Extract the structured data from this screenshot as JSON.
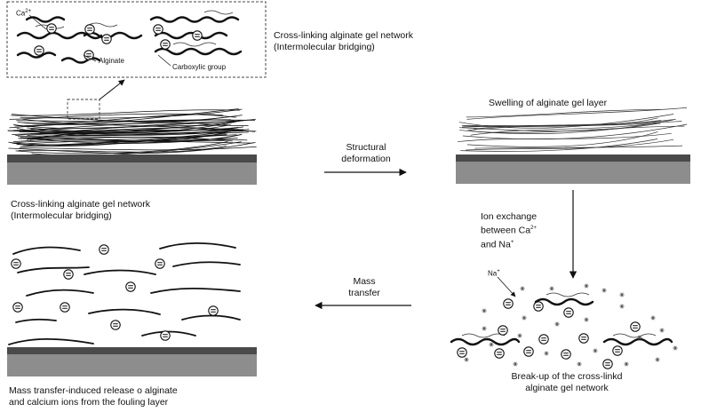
{
  "inset": {
    "ion_label": "Ca",
    "ion_charge": "2+",
    "alginate_label": "Alginate",
    "carboxylic_label": "Carboxylic group"
  },
  "panel1": {
    "title_line1": "Cross-linking alginate gel network",
    "title_line2": "(Intermolecular bridging)",
    "caption_line1": "Cross-linking alginate gel network",
    "caption_line2": "(Intermolecular bridging)"
  },
  "panel2": {
    "caption": "Swelling of alginate gel layer"
  },
  "panel3": {
    "sodium_label": "Na",
    "sodium_charge": "+",
    "caption_line1": "Break-up of the cross-linkd",
    "caption_line2": "alginate gel network"
  },
  "panel4": {
    "caption_line1": "Mass transfer-induced release o alginate",
    "caption_line2": "and calcium ions from the fouling layer"
  },
  "arrows": {
    "structural_line1": "Structural",
    "structural_line2": "deformation",
    "ion_exchange_line1": "Ion exchange",
    "ion_exchange_line2": "between Ca",
    "ion_exchange_charge_ca": "2+",
    "ion_exchange_line3": "and Na",
    "ion_exchange_charge_na": "+",
    "mass_line1": "Mass",
    "mass_line2": "transfer"
  },
  "colors": {
    "substrate_dark": "#4a4a4a",
    "substrate_light": "#8d8d8d",
    "line": "#111111",
    "thin_line": "#333333"
  }
}
